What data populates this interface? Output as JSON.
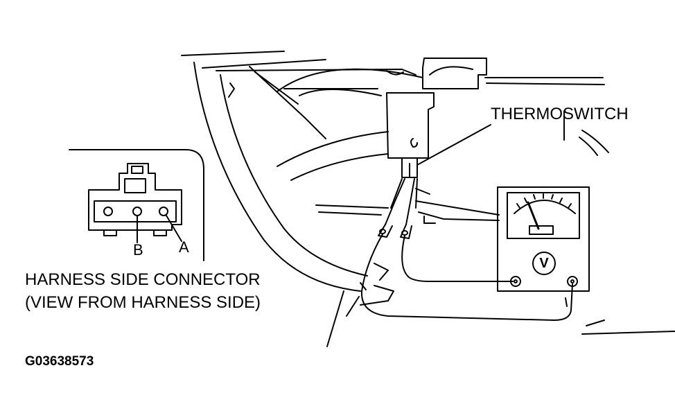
{
  "labels": {
    "thermoswitch": "THERMOSWITCH",
    "harness_line1": "HARNESS SIDE CONNECTOR",
    "harness_line2": "(VIEW FROM HARNESS SIDE)",
    "terminal_a": "A",
    "terminal_b": "B",
    "figure_code": "G03638573",
    "meter_symbol": "V"
  }
}
